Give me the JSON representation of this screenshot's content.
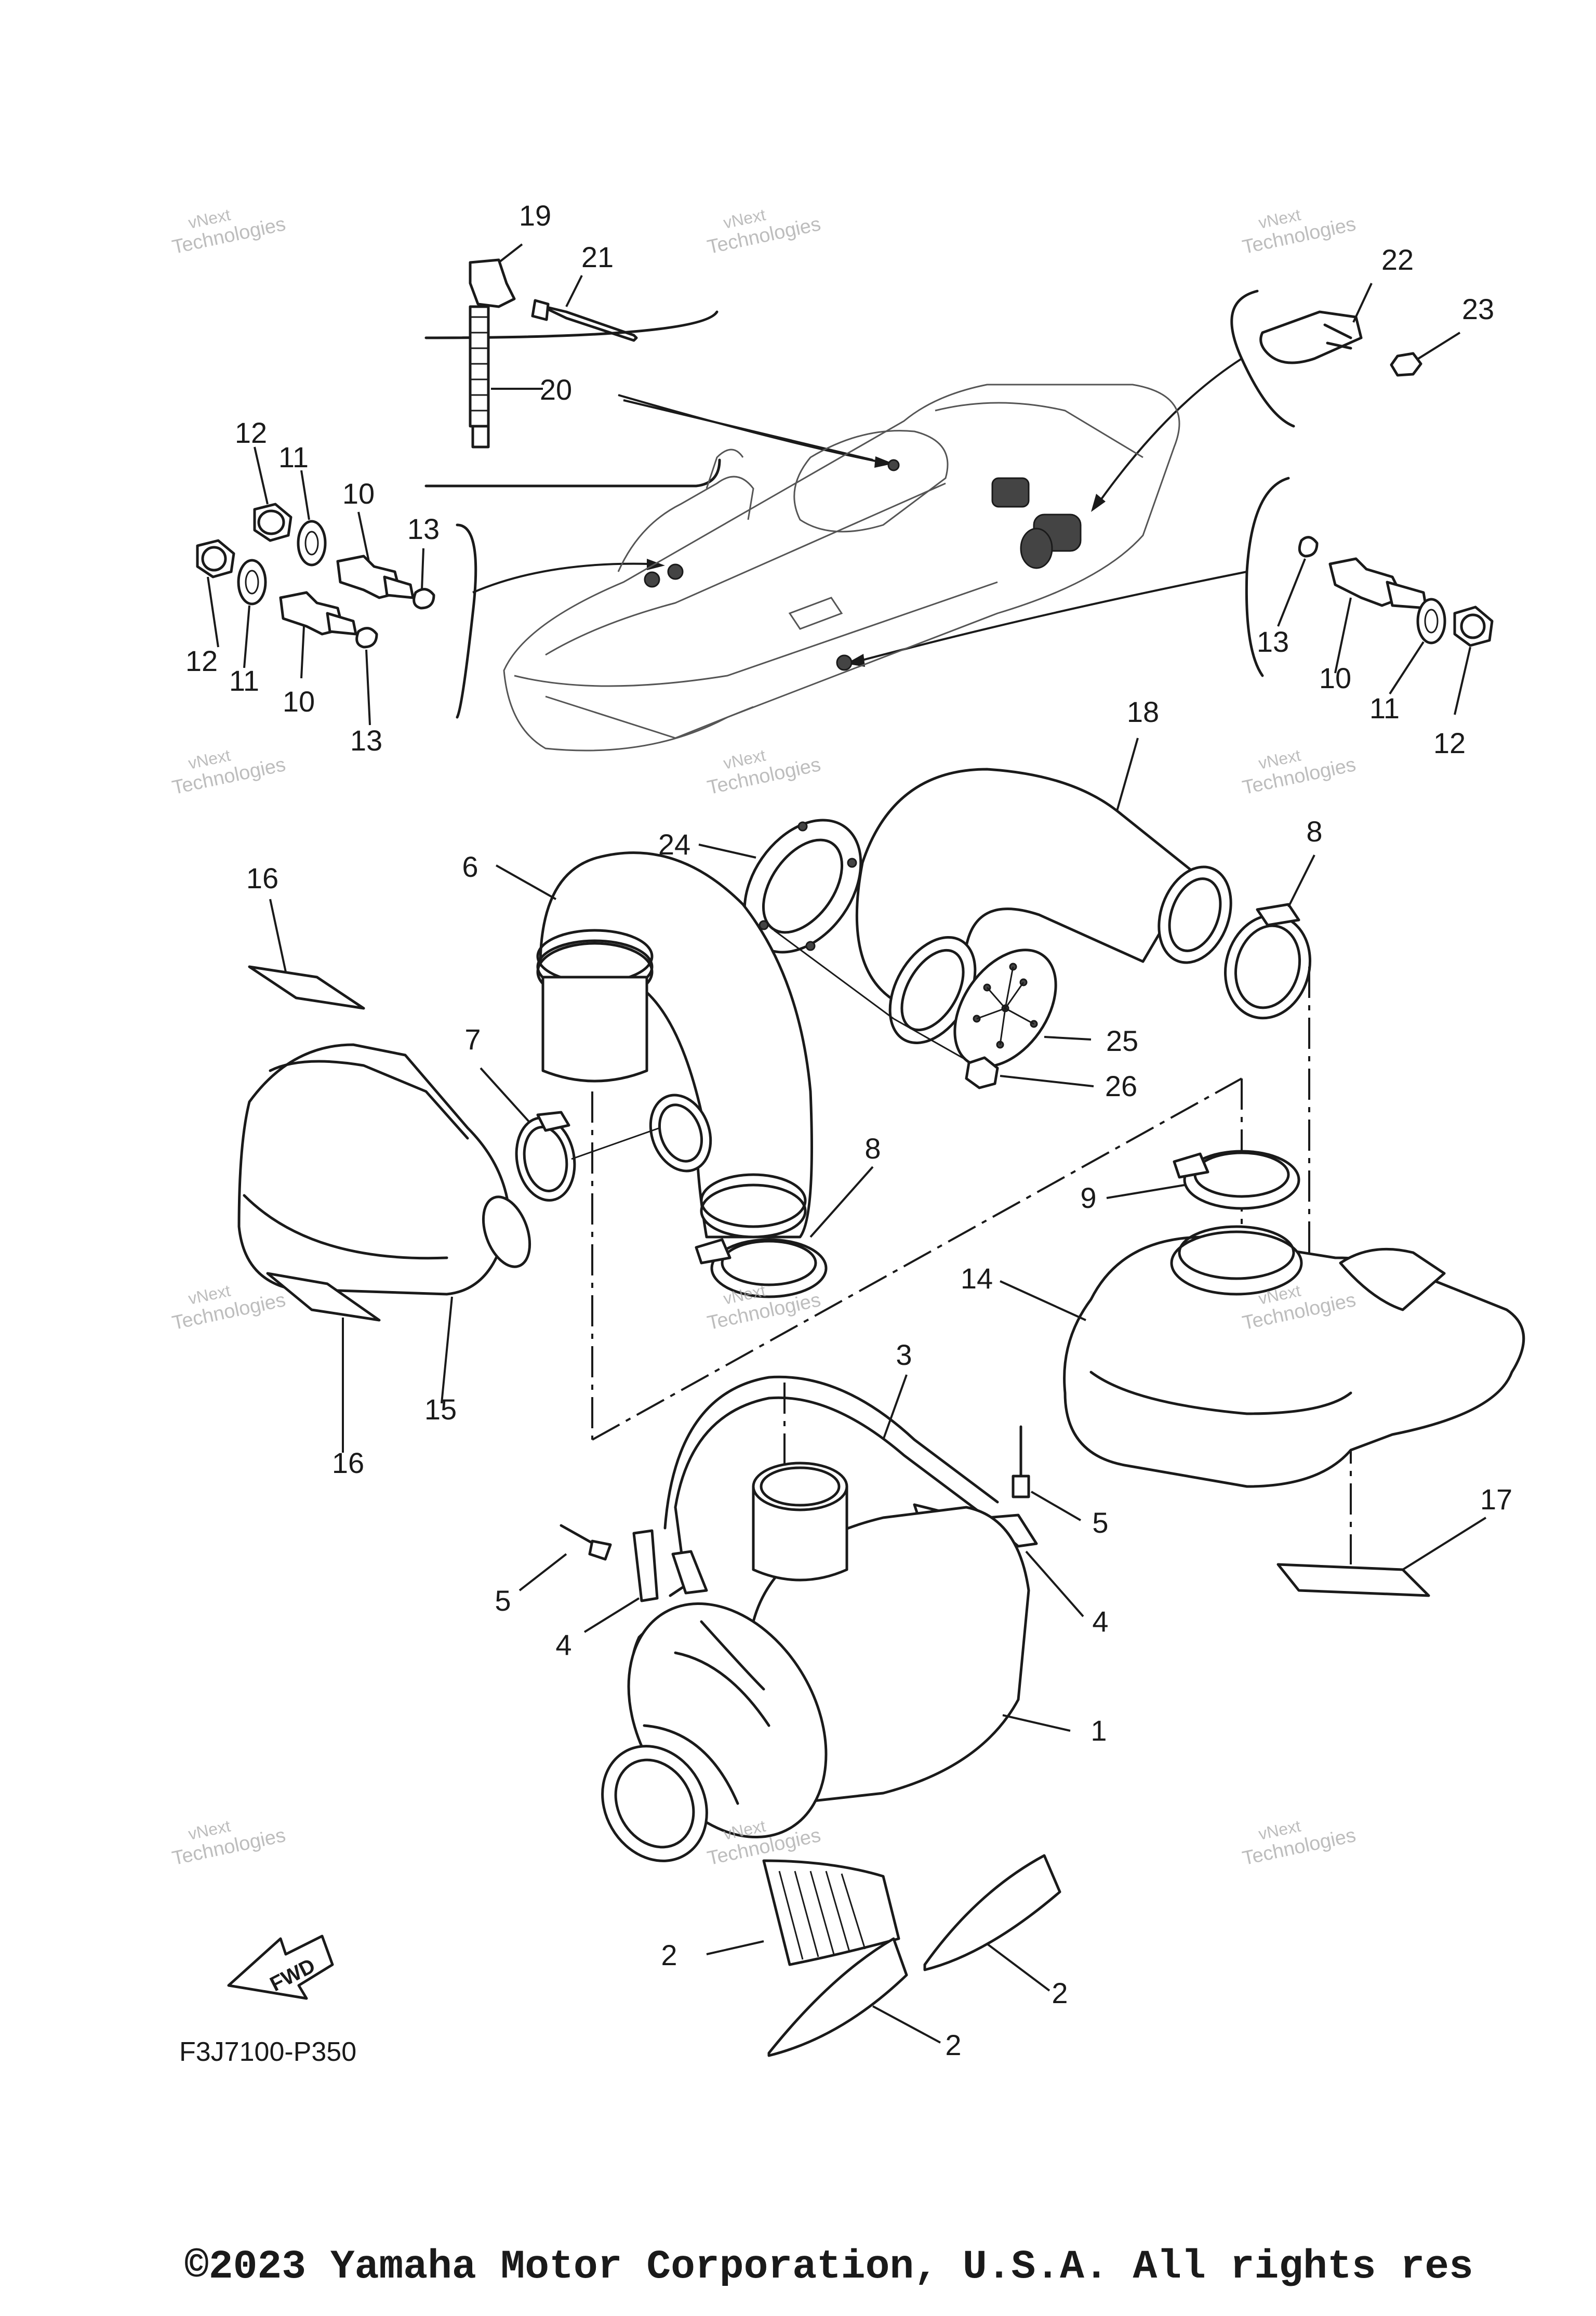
{
  "diagram": {
    "code": "F3J7100-P350",
    "copyright": "©2023 Yamaha Motor Corporation, U.S.A. All rights res",
    "fwd_label": "FWD",
    "watermark": {
      "line1": "vNext",
      "line2": "Technologies"
    },
    "callouts": [
      {
        "id": "c19",
        "text": "19"
      },
      {
        "id": "c21",
        "text": "21"
      },
      {
        "id": "c20",
        "text": "20"
      },
      {
        "id": "c22",
        "text": "22"
      },
      {
        "id": "c23",
        "text": "23"
      },
      {
        "id": "c12a",
        "text": "12"
      },
      {
        "id": "c11a",
        "text": "11"
      },
      {
        "id": "c10a",
        "text": "10"
      },
      {
        "id": "c13a",
        "text": "13"
      },
      {
        "id": "c12b",
        "text": "12"
      },
      {
        "id": "c11b",
        "text": "11"
      },
      {
        "id": "c10b",
        "text": "10"
      },
      {
        "id": "c13b",
        "text": "13"
      },
      {
        "id": "c13c",
        "text": "13"
      },
      {
        "id": "c10c",
        "text": "10"
      },
      {
        "id": "c11c",
        "text": "11"
      },
      {
        "id": "c12c",
        "text": "12"
      },
      {
        "id": "c18",
        "text": "18"
      },
      {
        "id": "c24",
        "text": "24"
      },
      {
        "id": "c8a",
        "text": "8"
      },
      {
        "id": "c16a",
        "text": "16"
      },
      {
        "id": "c6",
        "text": "6"
      },
      {
        "id": "c25",
        "text": "25"
      },
      {
        "id": "c26",
        "text": "26"
      },
      {
        "id": "c7",
        "text": "7"
      },
      {
        "id": "c8b",
        "text": "8"
      },
      {
        "id": "c9",
        "text": "9"
      },
      {
        "id": "c14",
        "text": "14"
      },
      {
        "id": "c3",
        "text": "3"
      },
      {
        "id": "c15",
        "text": "15"
      },
      {
        "id": "c16b",
        "text": "16"
      },
      {
        "id": "c5a",
        "text": "5"
      },
      {
        "id": "c17",
        "text": "17"
      },
      {
        "id": "c5b",
        "text": "5"
      },
      {
        "id": "c4a",
        "text": "4"
      },
      {
        "id": "c4b",
        "text": "4"
      },
      {
        "id": "c1",
        "text": "1"
      },
      {
        "id": "c2a",
        "text": "2"
      },
      {
        "id": "c2b",
        "text": "2"
      },
      {
        "id": "c2c",
        "text": "2"
      }
    ]
  }
}
